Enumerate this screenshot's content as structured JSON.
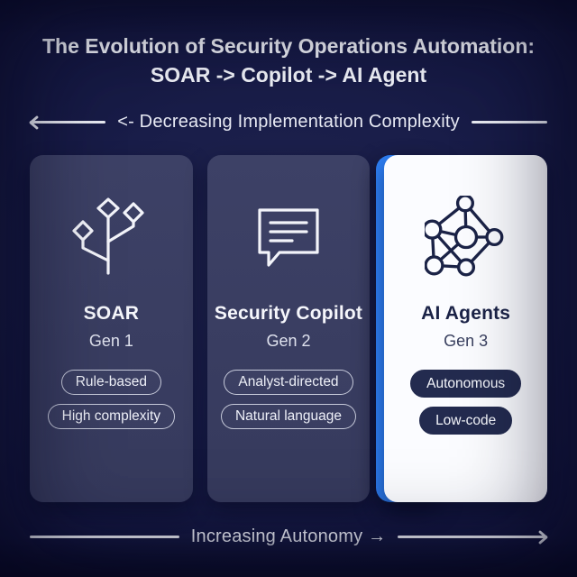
{
  "title": {
    "line1": "The Evolution of Security Operations Automation:",
    "line2": "SOAR -> Copilot -> AI Agent"
  },
  "axes": {
    "top": {
      "label": "<- Decreasing Implementation Complexity",
      "arrow_direction": "left"
    },
    "bottom": {
      "label": "Increasing Autonomy →",
      "arrow_direction": "right"
    }
  },
  "cards": [
    {
      "title": "SOAR",
      "generation": "Gen 1",
      "icon": "workflow-branch-icon",
      "tags": [
        "Rule-based",
        "High complexity"
      ],
      "highlighted": false
    },
    {
      "title": "Security Copilot",
      "generation": "Gen 2",
      "icon": "chat-bubble-icon",
      "tags": [
        "Analyst-directed",
        "Natural language"
      ],
      "highlighted": false
    },
    {
      "title": "AI Agents",
      "generation": "Gen 3",
      "icon": "network-nodes-icon",
      "tags": [
        "Autonomous",
        "Low-code"
      ],
      "highlighted": true
    }
  ],
  "colors": {
    "background": "#181c49",
    "card_background": "#3a3e61",
    "highlight_card_background": "#fbfcff",
    "highlight_accent_blue": "#2e80f6",
    "dark_pill": "#232b4f",
    "light_text": "#f4f6fc",
    "dark_text": "#1b2347",
    "line": "#e8eaf2"
  }
}
